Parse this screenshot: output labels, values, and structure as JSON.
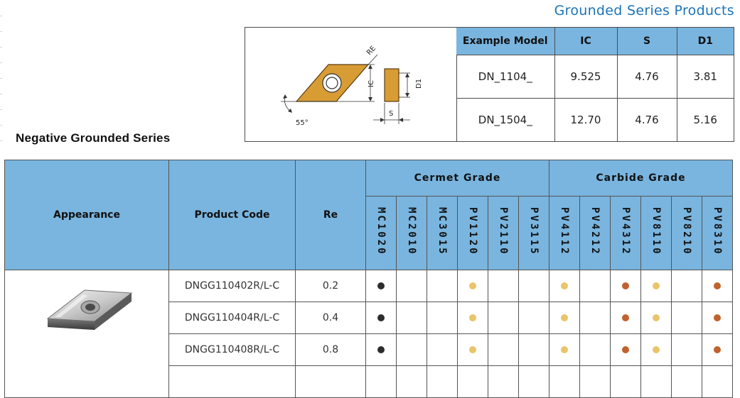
{
  "page": {
    "header_title": "Grounded Series Products",
    "section_title": "Negative Grounded Series"
  },
  "diagram": {
    "labels": {
      "re": "RE",
      "ic": "IC",
      "d1": "D1",
      "s": "S",
      "angle": "55°"
    }
  },
  "spec_table": {
    "headers": [
      "Example Model",
      "IC",
      "S",
      "D1"
    ],
    "rows": [
      [
        "DN_1104_",
        "9.525",
        "4.76",
        "3.81"
      ],
      [
        "DN_1504_",
        "12.70",
        "4.76",
        "5.16"
      ]
    ]
  },
  "grade_table": {
    "headers": {
      "appearance": "Appearance",
      "product_code": "Product Code",
      "re": "Re",
      "cermet": "Cermet Grade",
      "carbide": "Carbide Grade"
    },
    "cermet_grades": [
      "MC1020",
      "MC2010",
      "MC3015",
      "PV1120",
      "PV2110",
      "PV3115"
    ],
    "carbide_grades": [
      "PV4112",
      "PV4212",
      "PV4312",
      "PV8110",
      "PV8210",
      "PV8310"
    ],
    "dot_colors": {
      "black": "#2d2d2d",
      "gold": "#e9c46a",
      "copper": "#c0622f"
    },
    "rows": [
      {
        "code": "DNGG110402R/L-C",
        "re": "0.2",
        "cells": [
          "black",
          "",
          "",
          "gold",
          "",
          "",
          "gold",
          "",
          "copper",
          "gold",
          "",
          "copper"
        ]
      },
      {
        "code": "DNGG110404R/L-C",
        "re": "0.4",
        "cells": [
          "black",
          "",
          "",
          "gold",
          "",
          "",
          "gold",
          "",
          "copper",
          "gold",
          "",
          "copper"
        ]
      },
      {
        "code": "DNGG110408R/L-C",
        "re": "0.8",
        "cells": [
          "black",
          "",
          "",
          "gold",
          "",
          "",
          "gold",
          "",
          "copper",
          "gold",
          "",
          "copper"
        ]
      }
    ]
  },
  "colors": {
    "header_blue": "#1a73b8",
    "table_header_bg": "#79b5df",
    "insert_gold": "#d89c34"
  }
}
